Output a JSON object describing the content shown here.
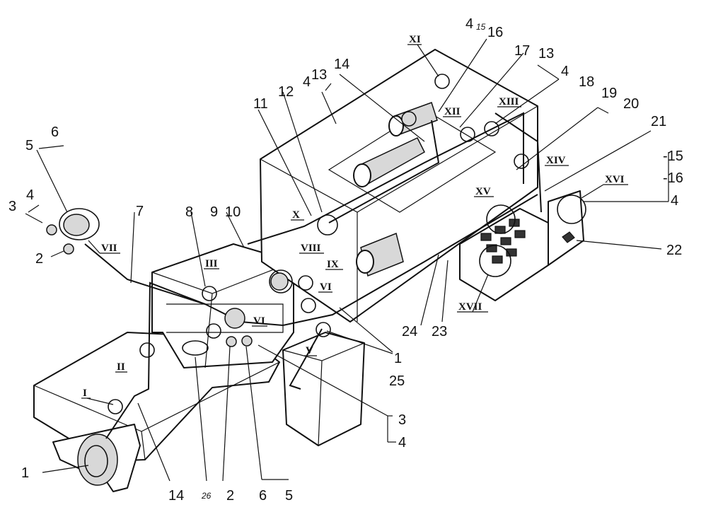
{
  "labels": {
    "l1a": "1",
    "l1b": "1",
    "l2a": "2",
    "l2b": "2",
    "l3a": "3",
    "l3b": "3",
    "l4a": "4",
    "l4b": "4",
    "l4c": "4",
    "l4d": "4",
    "l4e": "4",
    "l4f": "4",
    "l5a": "5",
    "l5b": "5",
    "l6a": "6",
    "l6b": "6",
    "l7": "7",
    "l8": "8",
    "l9": "9",
    "l10": "10",
    "l11": "11",
    "l12": "12",
    "l13a": "13",
    "l13b": "13",
    "l14a": "14",
    "l14b": "14",
    "l15a": "15",
    "l15b": "-15",
    "l16a": "16",
    "l16b": "-16",
    "l17": "17",
    "l18": "18",
    "l19": "19",
    "l20": "20",
    "l21": "21",
    "l22": "22",
    "l23": "23",
    "l24": "24",
    "l25": "25",
    "l26": "26"
  },
  "roman": {
    "r1": "I",
    "r2": "II",
    "r3": "III",
    "r5": "V",
    "r6a": "VI",
    "r6b": "VI",
    "r7": "VII",
    "r8": "VIII",
    "r9": "IX",
    "r10": "X",
    "r11": "XI",
    "r12": "XII",
    "r13": "XIII",
    "r14": "XIV",
    "r15": "XV",
    "r16": "XVI",
    "r17": "XVII"
  }
}
